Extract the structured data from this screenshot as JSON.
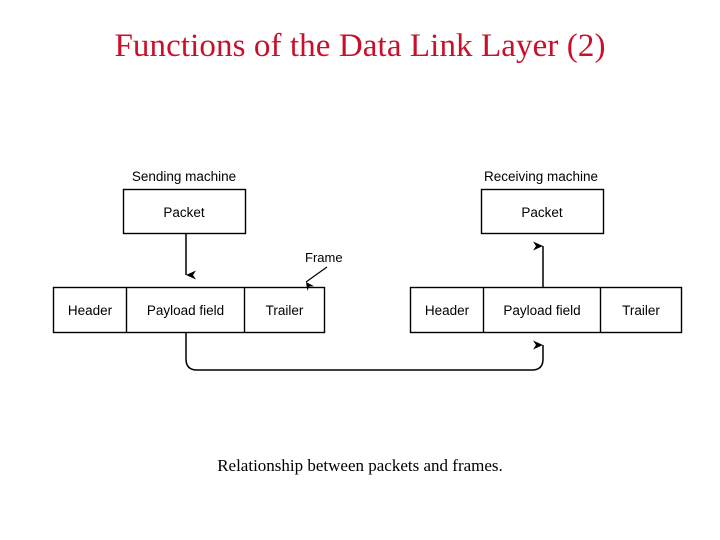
{
  "slide": {
    "title": "Functions of the Data Link Layer (2)",
    "title_color": "#c8102a",
    "caption": "Relationship between packets and frames.",
    "background_color": "#ffffff",
    "ink_color": "#000000"
  },
  "diagram": {
    "type": "flow-diagram",
    "sending": {
      "machine_label": "Sending machine",
      "packet_label": "Packet",
      "frame_cells": [
        "Header",
        "Payload field",
        "Trailer"
      ],
      "arrow_direction": "down"
    },
    "receiving": {
      "machine_label": "Receiving machine",
      "packet_label": "Packet",
      "frame_cells": [
        "Header",
        "Payload field",
        "Trailer"
      ],
      "arrow_direction": "up"
    },
    "callout": {
      "label": "Frame",
      "points_to": "sending-frame-top-right-corner"
    },
    "link": {
      "description": "curved path from sending payload field down and across to receiving frame",
      "arrow_direction": "up"
    }
  }
}
